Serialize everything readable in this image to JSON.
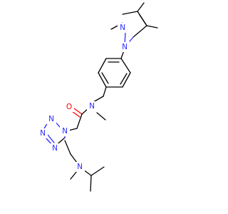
{
  "molecule": {
    "atoms": {
      "n_pyr1": "N",
      "n_pyr2": "N",
      "n_amide": "N",
      "o_carbonyl": "O",
      "n_tz1": "N",
      "n_tz2": "N",
      "n_tz3": "N",
      "n_tz4": "N",
      "n_amine": "N"
    },
    "colors": {
      "carbon_bond": "#000000",
      "nitrogen": "#2a2aff",
      "oxygen": "#ff0000",
      "background": "#ffffff"
    }
  }
}
